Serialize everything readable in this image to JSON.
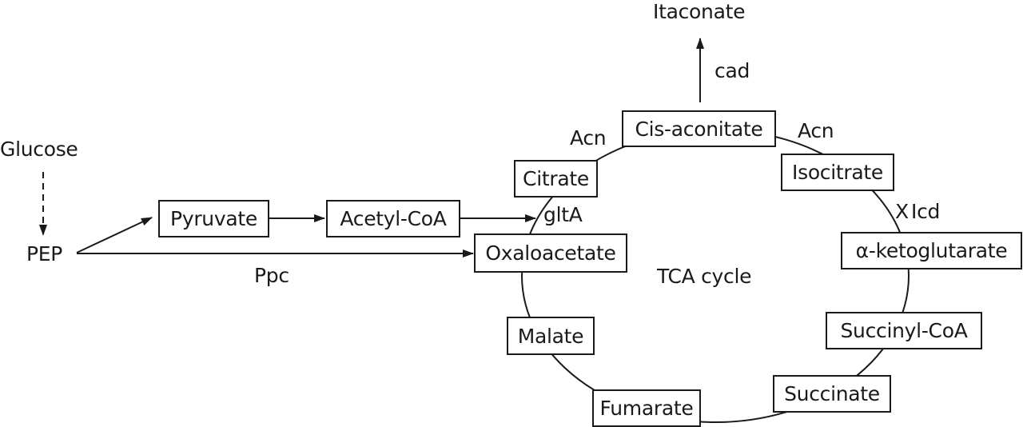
{
  "diagram": {
    "title": "TCA cycle",
    "inputs": {
      "glucose": "Glucose",
      "pep": "PEP"
    },
    "metabolites": {
      "pyruvate": "Pyruvate",
      "acetyl_coa": "Acetyl-CoA",
      "oxaloacetate": "Oxaloacetate",
      "citrate": "Citrate",
      "cis_aconitate": "Cis-aconitate",
      "isocitrate": "Isocitrate",
      "alpha_ketoglutarate": "α-ketoglutarate",
      "succinyl_coa": "Succinyl-CoA",
      "succinate": "Succinate",
      "fumarate": "Fumarate",
      "malate": "Malate",
      "itaconate": "Itaconate"
    },
    "enzymes": {
      "ppc": "Ppc",
      "glta": "gltA",
      "acn_1": "Acn",
      "acn_2": "Acn",
      "icd_blocked_mark": "X",
      "icd": "Icd",
      "cad": "cad"
    },
    "edges": [
      {
        "from": "Glucose",
        "to": "PEP",
        "style": "dashed"
      },
      {
        "from": "PEP",
        "to": "Pyruvate",
        "style": "solid"
      },
      {
        "from": "Pyruvate",
        "to": "Acetyl-CoA",
        "style": "solid"
      },
      {
        "from": "Acetyl-CoA",
        "to": "Citrate",
        "enzyme": "gltA"
      },
      {
        "from": "PEP",
        "to": "Oxaloacetate",
        "enzyme": "Ppc"
      },
      {
        "from": "Cis-aconitate",
        "to": "Itaconate",
        "enzyme": "cad"
      },
      {
        "from": "Isocitrate",
        "to": "α-ketoglutarate",
        "enzyme": "Icd",
        "blocked": true
      }
    ]
  }
}
